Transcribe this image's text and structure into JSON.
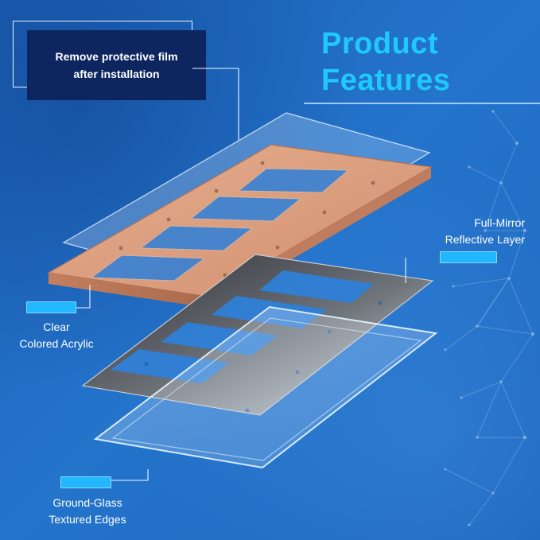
{
  "title": {
    "line1": "Product",
    "line2": "Features"
  },
  "note": {
    "line1": "Remove protective film",
    "line2": "after installation"
  },
  "labels": {
    "mirror_line1": "Full-Mirror",
    "mirror_line2": "Reflective Layer",
    "clear_line1": "Clear",
    "clear_line2": "Colored Acrylic",
    "ground_line1": "Ground-Glass",
    "ground_line2": "Textured Edges"
  },
  "colors": {
    "background": "#1f6fc2",
    "title": "#20c8ff",
    "note_box": "#0d2660",
    "copper": "#d99c7c",
    "accent_pill": "#22b8ff"
  }
}
